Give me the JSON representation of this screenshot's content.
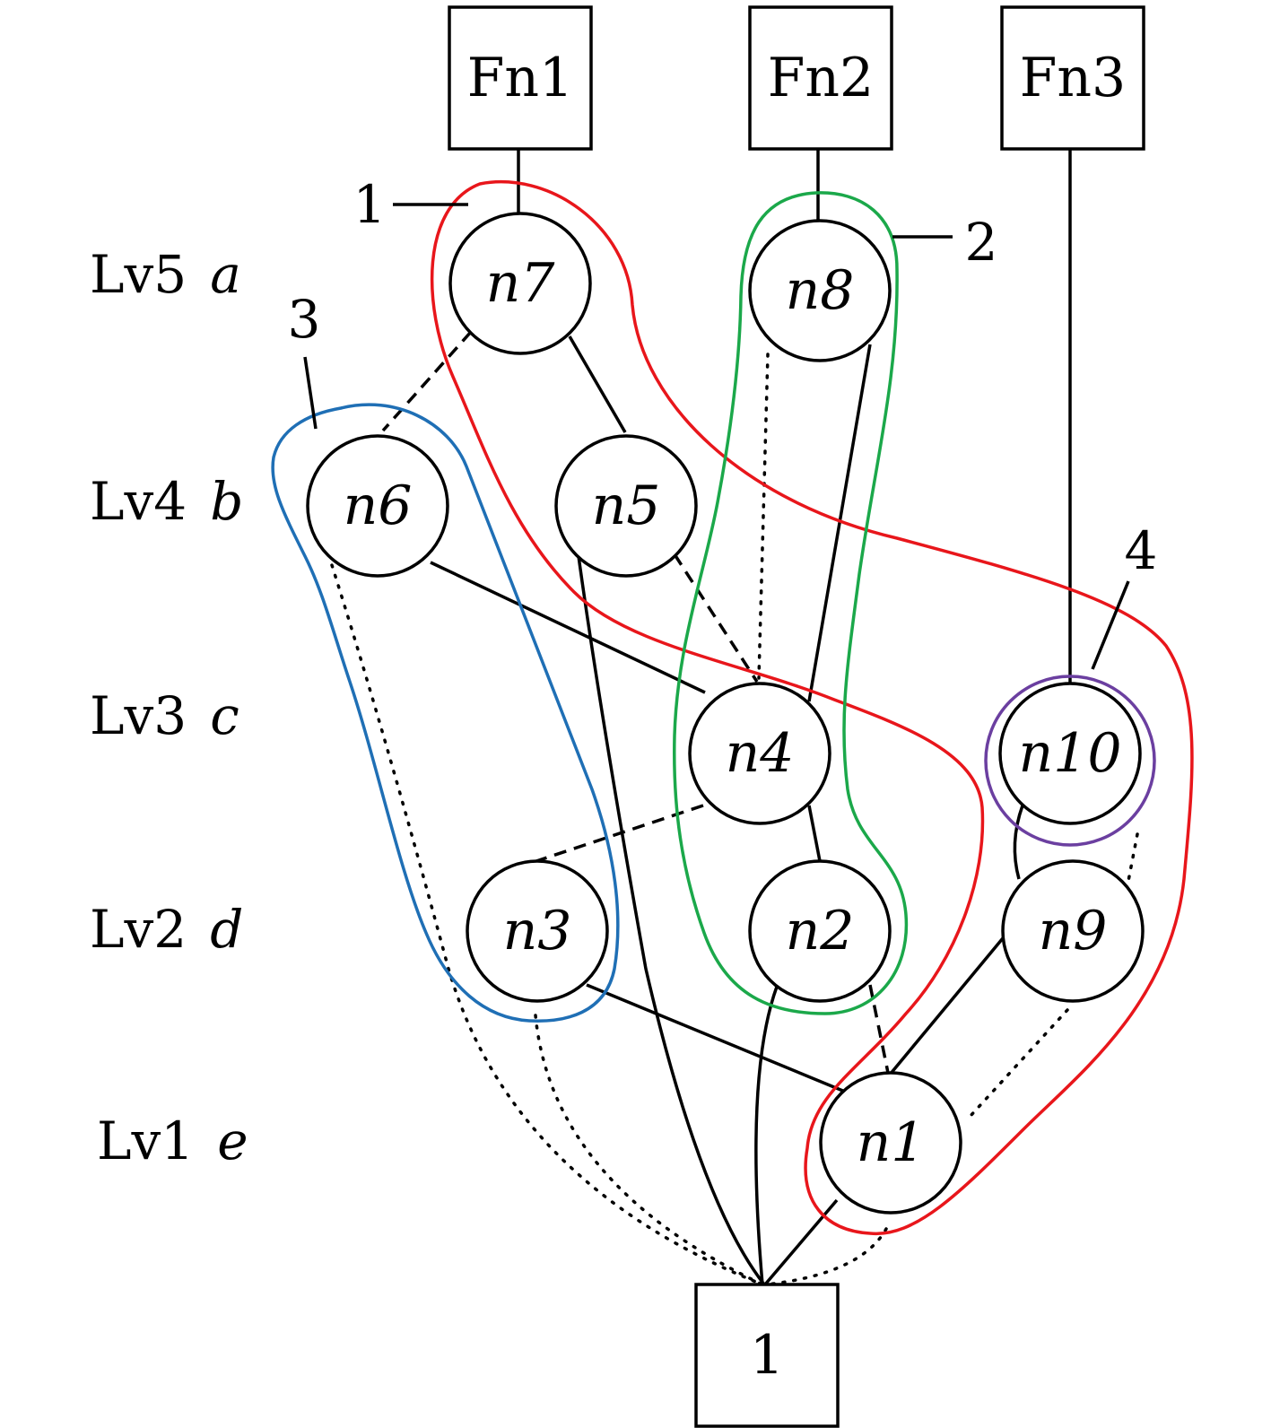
{
  "terminals": {
    "fn1": "Fn1",
    "fn2": "Fn2",
    "fn3": "Fn3",
    "one": "1"
  },
  "levels": [
    {
      "label": "Lv5",
      "var": "a"
    },
    {
      "label": "Lv4",
      "var": "b"
    },
    {
      "label": "Lv3",
      "var": "c"
    },
    {
      "label": "Lv2",
      "var": "d"
    },
    {
      "label": "Lv1",
      "var": "e"
    }
  ],
  "nodes": {
    "n1": "n1",
    "n2": "n2",
    "n3": "n3",
    "n4": "n4",
    "n5": "n5",
    "n6": "n6",
    "n7": "n7",
    "n8": "n8",
    "n9": "n9",
    "n10": "n10"
  },
  "groups": [
    {
      "id": "1",
      "color": "#e8161b"
    },
    {
      "id": "2",
      "color": "#1ba84a"
    },
    {
      "id": "3",
      "color": "#1f6fb5"
    },
    {
      "id": "4",
      "color": "#6b3fa0"
    }
  ],
  "edge_styles": {
    "solid": "solid",
    "dashed": "dashed",
    "dotted": "dotted"
  }
}
